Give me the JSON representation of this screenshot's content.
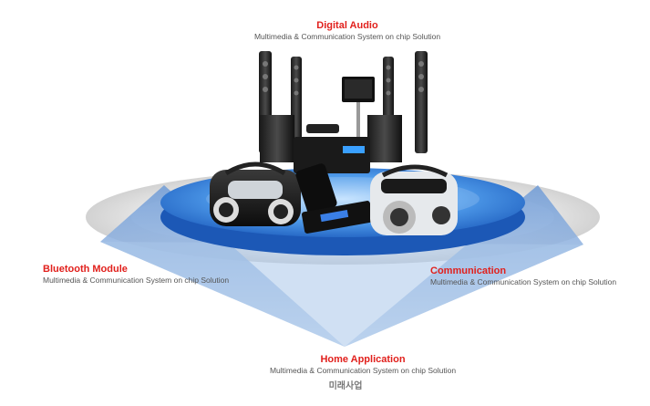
{
  "labels": {
    "top": {
      "title": "Digital Audio",
      "subtitle": "Multimedia & Communication System on chip Solution"
    },
    "left": {
      "title": "Bluetooth Module",
      "subtitle": "Multimedia & Communication System on chip Solution"
    },
    "right": {
      "title": "Communication",
      "subtitle": "Multimedia & Communication System on chip Solution"
    },
    "bottom": {
      "title": "Home Application",
      "subtitle": "Multimedia & Communication System on chip Solution"
    }
  },
  "footer_text": "미래사업",
  "colors": {
    "title_red": "#e1201c",
    "platform_blue": "#3a86e0",
    "triangle_blue": "#8fb3df"
  }
}
